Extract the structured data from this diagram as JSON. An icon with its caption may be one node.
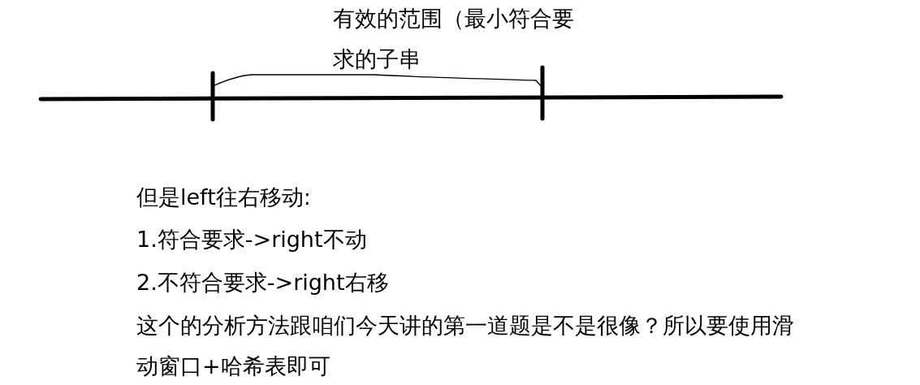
{
  "diagram": {
    "labels": [
      "有效的范围（最小符合要求的子串",
      "但是left往右移动:",
      "1.符合要求->right不动",
      "2.不符合要求->right右移",
      "这个的分析方法跟咱们今天讲的第一道题是不是很像？所以要使用滑动窗口+哈希表即可"
    ]
  }
}
